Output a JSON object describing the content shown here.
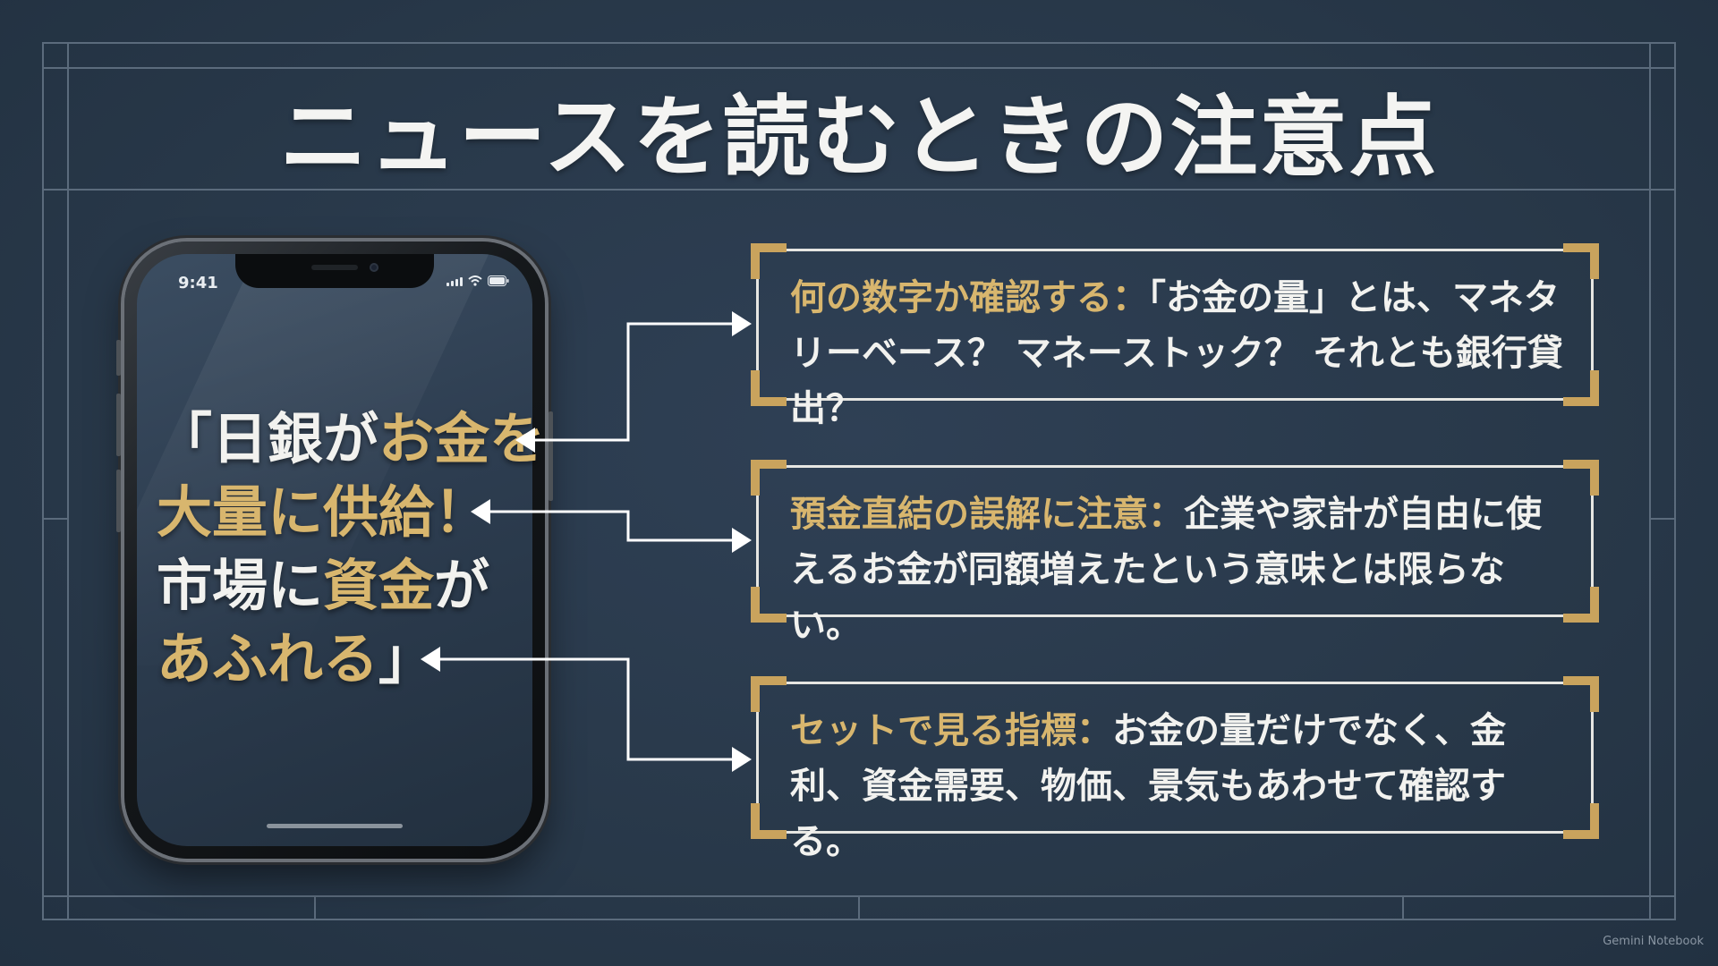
{
  "title": "ニュースを読むときの注意点",
  "phone": {
    "time": "9:41",
    "headline_parts": [
      {
        "text": "「日銀が",
        "gold": false
      },
      {
        "text": "お金を",
        "gold": true
      },
      {
        "text": "\n",
        "gold": false
      },
      {
        "text": "大量に供給！",
        "gold": true
      },
      {
        "text": "\n",
        "gold": false
      },
      {
        "text": "市場に",
        "gold": false
      },
      {
        "text": "資金",
        "gold": true
      },
      {
        "text": "が",
        "gold": false
      },
      {
        "text": "\n",
        "gold": false
      },
      {
        "text": "あふれる",
        "gold": true
      },
      {
        "text": "」",
        "gold": false
      }
    ]
  },
  "notes": [
    {
      "label": "何の数字か確認する：",
      "body": "「お金の量」とは、マネタリーベース？ マネーストック？ それとも銀行貸出？"
    },
    {
      "label": "預金直結の誤解に注意：",
      "body": "企業や家計が自由に使えるお金が同額増えたという意味とは限らない。"
    },
    {
      "label": "セットで見る指標：",
      "body": "お金の量だけでなく、金利、資金需要、物価、景気もあわせて確認する。"
    }
  ],
  "colors": {
    "background": "#283849",
    "accent_gold": "#d8b66e",
    "text_white": "#f2f2ef"
  },
  "watermark": "Gemini Notebook"
}
